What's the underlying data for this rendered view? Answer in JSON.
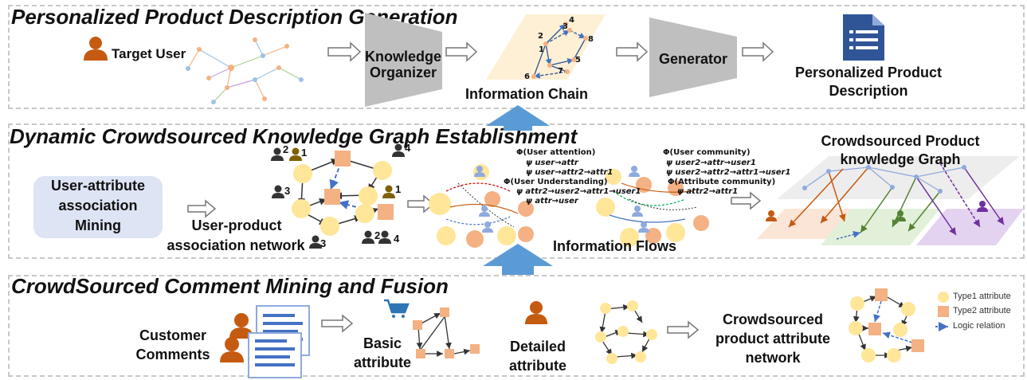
{
  "sections": {
    "top": {
      "title": "Personalized Product Description Generation"
    },
    "middle": {
      "title": "Dynamic Crowdsourced Knowledge Graph Establishment"
    },
    "bottom": {
      "title": "CrowdSourced Comment Mining and Fusion"
    }
  },
  "top": {
    "target_user": "Target User",
    "knowledge_organizer_1": "Knowledge",
    "knowledge_organizer_2": "Organizer",
    "information_chain": "Information Chain",
    "generator": "Generator",
    "output_1": "Personalized Product",
    "output_2": "Description",
    "chain_nodes": [
      "1",
      "2",
      "3",
      "4",
      "5",
      "6",
      "7",
      "8"
    ]
  },
  "middle": {
    "mining_1": "User-attribute",
    "mining_2": "association",
    "mining_3": "Mining",
    "network_1": "User-product",
    "network_2": "association network",
    "user_counts": [
      "2",
      "1",
      "4",
      "3",
      "1",
      "2",
      "4",
      "3"
    ],
    "information_flows": "Information Flows",
    "flow_formulas": {
      "phi_attention": "Φ(User  attention)",
      "psi_1": "ψ user→attr",
      "psi_2": "ψ user→attr2→attr1",
      "phi_understanding": "Φ(User  Understanding)",
      "psi_3": "ψ attr2→user2→attr1→user1",
      "psi_4": "ψ attr→user",
      "phi_community": "Φ(User  community)",
      "psi_5": "ψ user2→attr→user1",
      "psi_6": "ψ user2→attr2→attr1→user1",
      "phi_attr_community": "Φ(Attribute  community)",
      "psi_7": "ψ attr2→attr1"
    },
    "crowd_graph_1": "Crowdsourced Product",
    "crowd_graph_2": "knowledge Graph"
  },
  "bottom": {
    "customer_1": "Customer",
    "customer_2": "Comments",
    "basic_1": "Basic",
    "basic_2": "attribute",
    "detailed_1": "Detailed",
    "detailed_2": "attribute",
    "network_1": "Crowdsourced",
    "network_2": "product attribute",
    "network_3": "network",
    "legend": {
      "type1": "Type1 attribute",
      "type2": "Type2 attribute",
      "logic": "Logic relation"
    }
  },
  "colors": {
    "user_orange": "#c55a11",
    "node_yellow": "#ffe699",
    "node_orange": "#f4b183",
    "arrow_blue": "#5b9bd5",
    "trap_gray": "#bfbfbf",
    "doc_blue": "#2f5597",
    "legend_blue": "#4472c4"
  }
}
